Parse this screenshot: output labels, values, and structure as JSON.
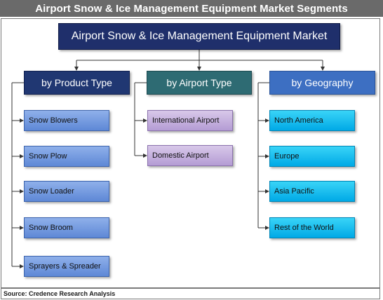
{
  "title": "Airport Snow & Ice Management Equipment Market Segments",
  "root": "Airport Snow & Ice Management Equipment Market",
  "categories": {
    "product": {
      "label": "by Product Type",
      "items": [
        "Snow Blowers",
        "Snow Plow",
        "Snow Loader",
        "Snow Broom",
        "Sprayers & Spreader"
      ]
    },
    "airport": {
      "label": "by Airport Type",
      "items": [
        "International Airport",
        "Domestic Airport"
      ]
    },
    "geography": {
      "label": "by Geography",
      "items": [
        "North America",
        "Europe",
        "Asia Pacific",
        "Rest of the World"
      ]
    }
  },
  "source": "Source: Credence Research Analysis"
}
